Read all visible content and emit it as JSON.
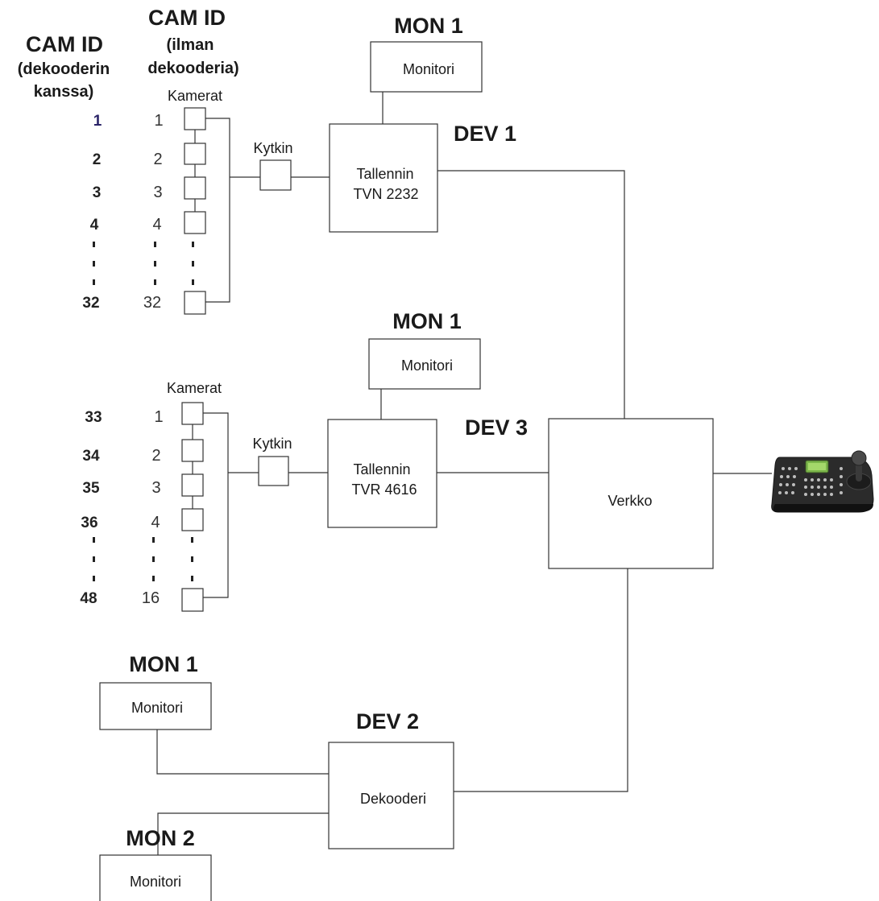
{
  "headers": {
    "camid_with_line1": "CAM ID",
    "camid_with_line2": "(dekooderin",
    "camid_with_line3": "kanssa)",
    "camid_without_line1": "CAM ID",
    "camid_without_line2": "(ilman",
    "camid_without_line3": "dekooderia)"
  },
  "group1": {
    "cameras_label": "Kamerat",
    "with_ids": [
      "1",
      "2",
      "3",
      "4",
      "32"
    ],
    "without_ids": [
      "1",
      "2",
      "3",
      "4",
      "32"
    ],
    "switch_label": "Kytkin",
    "mon_title": "MON 1",
    "mon_label": "Monitori",
    "dev_title": "DEV 1",
    "recorder_line1": "Tallennin",
    "recorder_line2": "TVN 2232"
  },
  "group2": {
    "cameras_label": "Kamerat",
    "with_ids": [
      "33",
      "34",
      "35",
      "36",
      "48"
    ],
    "without_ids": [
      "1",
      "2",
      "3",
      "4",
      "16"
    ],
    "switch_label": "Kytkin",
    "mon_title": "MON 1",
    "mon_label": "Monitori",
    "dev_title": "DEV 3",
    "recorder_line1": "Tallennin",
    "recorder_line2": "TVR 4616"
  },
  "network_label": "Verkko",
  "decoder": {
    "dev_title": "DEV 2",
    "label": "Dekooderi",
    "mon1_title": "MON 1",
    "mon1_label": "Monitori",
    "mon2_title": "MON 2",
    "mon2_label": "Monitori"
  },
  "keyboard_icon": "ptz-keyboard-icon"
}
